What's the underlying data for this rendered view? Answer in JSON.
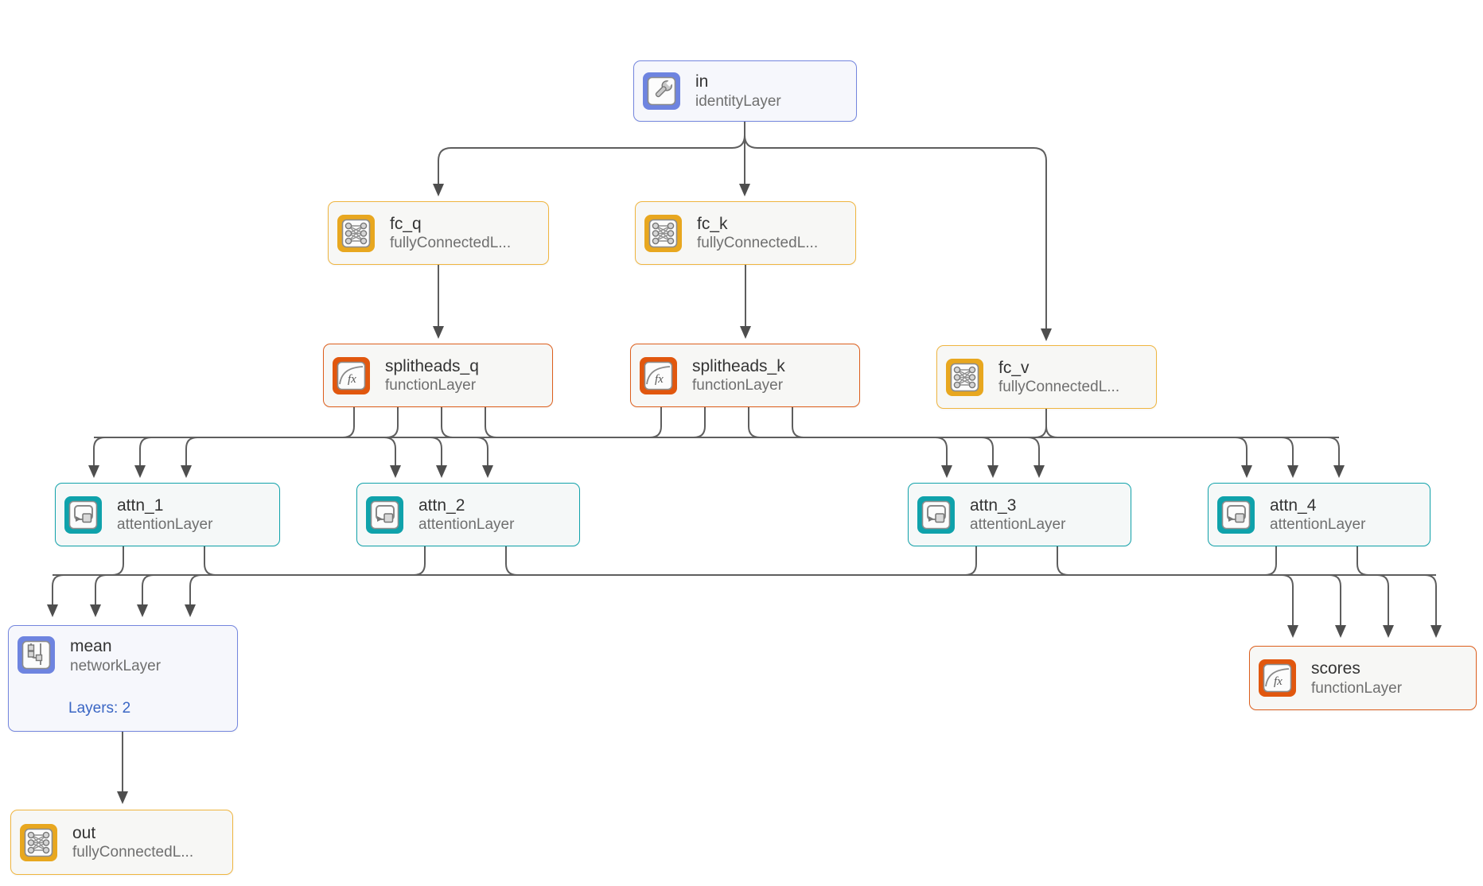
{
  "diagram": {
    "app_context": "deep-network-layer-graph",
    "background": "#ffffff",
    "edge_color": "#5e5e5e",
    "arrowhead_color": "#4e4e4e",
    "accent_text_color": "#3a66c4",
    "palette": {
      "blue": {
        "border": "#7486de",
        "icon_bg": "#6e84e0",
        "node_bg": "#f6f7fc"
      },
      "yellow": {
        "border": "#efb540",
        "icon_bg": "#e8a71f",
        "node_bg": "#f7f7f5"
      },
      "orange": {
        "border": "#dd5f1d",
        "icon_bg": "#e1570e",
        "node_bg": "#f7f7f5"
      },
      "teal": {
        "border": "#12a3ab",
        "icon_bg": "#0fa2ab",
        "node_bg": "#f5f8f8"
      }
    },
    "nodes": [
      {
        "id": "in",
        "title": "in",
        "subtitle": "identityLayer",
        "color": "blue",
        "icon": "wrench-icon"
      },
      {
        "id": "fc_q",
        "title": "fc_q",
        "subtitle": "fullyConnectedL...",
        "color": "yellow",
        "icon": "fully-connected-icon"
      },
      {
        "id": "fc_k",
        "title": "fc_k",
        "subtitle": "fullyConnectedL...",
        "color": "yellow",
        "icon": "fully-connected-icon"
      },
      {
        "id": "splitheads_q",
        "title": "splitheads_q",
        "subtitle": "functionLayer",
        "color": "orange",
        "icon": "function-icon"
      },
      {
        "id": "splitheads_k",
        "title": "splitheads_k",
        "subtitle": "functionLayer",
        "color": "orange",
        "icon": "function-icon"
      },
      {
        "id": "fc_v",
        "title": "fc_v",
        "subtitle": "fullyConnectedL...",
        "color": "yellow",
        "icon": "fully-connected-icon"
      },
      {
        "id": "attn_1",
        "title": "attn_1",
        "subtitle": "attentionLayer",
        "color": "teal",
        "icon": "attention-icon"
      },
      {
        "id": "attn_2",
        "title": "attn_2",
        "subtitle": "attentionLayer",
        "color": "teal",
        "icon": "attention-icon"
      },
      {
        "id": "attn_3",
        "title": "attn_3",
        "subtitle": "attentionLayer",
        "color": "teal",
        "icon": "attention-icon"
      },
      {
        "id": "attn_4",
        "title": "attn_4",
        "subtitle": "attentionLayer",
        "color": "teal",
        "icon": "attention-icon"
      },
      {
        "id": "mean",
        "title": "mean",
        "subtitle": "networkLayer",
        "color": "blue",
        "icon": "subnetwork-icon",
        "extra": "Layers: 2"
      },
      {
        "id": "scores",
        "title": "scores",
        "subtitle": "functionLayer",
        "color": "orange",
        "icon": "function-icon"
      },
      {
        "id": "out",
        "title": "out",
        "subtitle": "fullyConnectedL...",
        "color": "yellow",
        "icon": "fully-connected-icon"
      }
    ],
    "connections": [
      {
        "from": "in",
        "to": "fc_q"
      },
      {
        "from": "in",
        "to": "fc_k"
      },
      {
        "from": "in",
        "to": "fc_v"
      },
      {
        "from": "fc_q",
        "to": "splitheads_q"
      },
      {
        "from": "fc_k",
        "to": "splitheads_k"
      },
      {
        "from": "splitheads_q",
        "to": "attn_1"
      },
      {
        "from": "splitheads_q",
        "to": "attn_2"
      },
      {
        "from": "splitheads_q",
        "to": "attn_3"
      },
      {
        "from": "splitheads_q",
        "to": "attn_4"
      },
      {
        "from": "splitheads_k",
        "to": "attn_1"
      },
      {
        "from": "splitheads_k",
        "to": "attn_2"
      },
      {
        "from": "splitheads_k",
        "to": "attn_3"
      },
      {
        "from": "splitheads_k",
        "to": "attn_4"
      },
      {
        "from": "fc_v",
        "to": "attn_1"
      },
      {
        "from": "fc_v",
        "to": "attn_2"
      },
      {
        "from": "fc_v",
        "to": "attn_3"
      },
      {
        "from": "fc_v",
        "to": "attn_4"
      },
      {
        "from": "attn_1",
        "to": "mean"
      },
      {
        "from": "attn_2",
        "to": "mean"
      },
      {
        "from": "attn_3",
        "to": "mean"
      },
      {
        "from": "attn_4",
        "to": "mean"
      },
      {
        "from": "attn_1",
        "to": "scores"
      },
      {
        "from": "attn_2",
        "to": "scores"
      },
      {
        "from": "attn_3",
        "to": "scores"
      },
      {
        "from": "attn_4",
        "to": "scores"
      },
      {
        "from": "mean",
        "to": "out"
      }
    ]
  }
}
